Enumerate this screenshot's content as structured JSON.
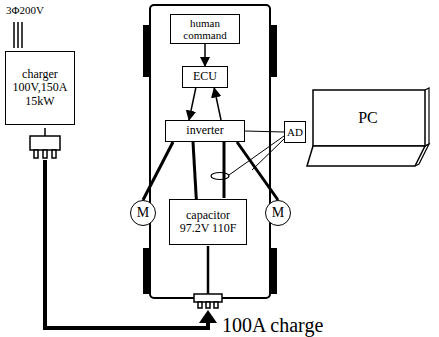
{
  "diagram": {
    "nodes": [
      {
        "text": [
          "human command"
        ]
      },
      {
        "text": [
          "charger",
          "100V,150A",
          "15kW"
        ]
      },
      {
        "text": [
          "ECU"
        ]
      },
      {
        "text": [
          "inverter"
        ]
      },
      {
        "text": [
          "AD"
        ]
      },
      {
        "text": [
          "PC"
        ]
      },
      {
        "text": [
          "M"
        ]
      },
      {
        "text": [
          "capacitor",
          "97.2V 110F"
        ]
      },
      {
        "text": [
          "M"
        ]
      }
    ],
    "edges": [
      {
        "from": 0,
        "to": 2,
        "arrow": "to"
      },
      {
        "from": 2,
        "to": 3,
        "arrow": "to"
      },
      {
        "from": 3,
        "to": 2,
        "arrow": "to"
      },
      {
        "from": 3,
        "to": 6,
        "arrow": "none"
      },
      {
        "from": 3,
        "to": 7,
        "arrow": "none"
      },
      {
        "from": 3,
        "to": 8,
        "arrow": "none"
      },
      {
        "from": 3,
        "to": 4,
        "arrow": "none"
      }
    ],
    "labels": [
      "3Φ200V",
      "100A charge"
    ]
  }
}
